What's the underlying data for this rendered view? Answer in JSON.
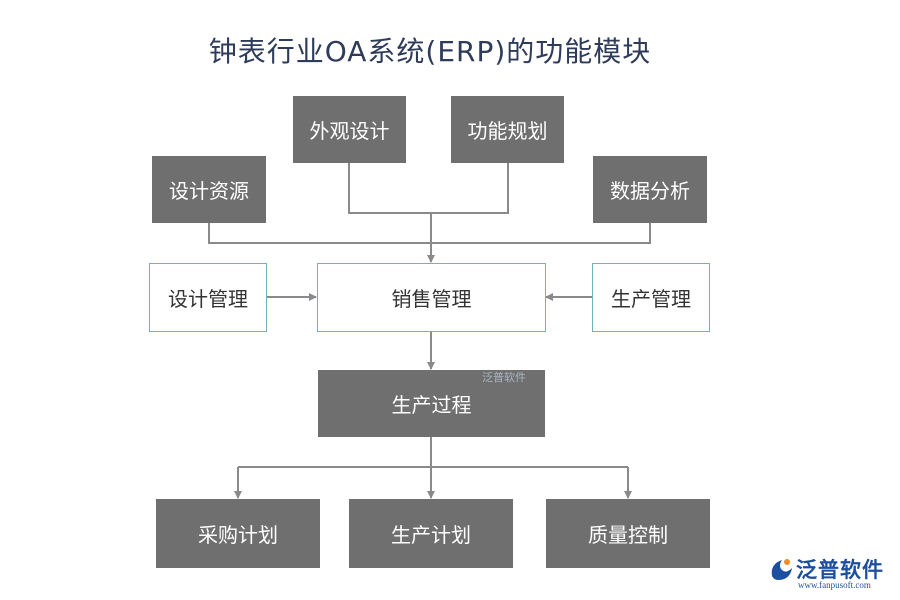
{
  "title": "钟表行业OA系统(ERP)的功能模块",
  "nodes": {
    "appearance_design": "外观设计",
    "function_planning": "功能规划",
    "design_resources": "设计资源",
    "data_analysis": "数据分析",
    "design_management": "设计管理",
    "sales_management": "销售管理",
    "production_management": "生产管理",
    "production_process": "生产过程",
    "procurement_plan": "采购计划",
    "production_plan": "生产计划",
    "quality_control": "质量控制"
  },
  "watermark": "泛普软件",
  "logo": {
    "name": "泛普软件",
    "url": "www.fanpusoft.com"
  },
  "colors": {
    "dark_box": "#6f6f6f",
    "light_border": "#6fb3bd",
    "connector": "#8a8a8a",
    "title": "#2e3b59",
    "logo": "#1d4f9e"
  }
}
